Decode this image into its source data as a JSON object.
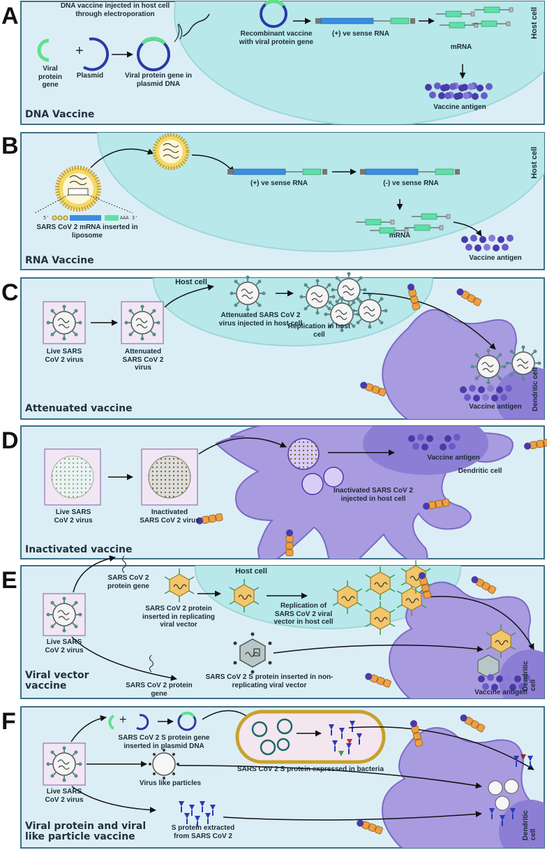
{
  "panels": {
    "A": {
      "letter": "A",
      "title": "DNA Vaccine",
      "host_cell": "Host cell",
      "electroporation": "DNA vaccine injected in host cell\nthrough electroporation",
      "plus": "+",
      "viral_protein_gene": "Viral\nprotein\ngene",
      "plasmid": "Plasmid",
      "viral_gene_in_plasmid": "Viral protein gene in\nplasmid DNA",
      "recombinant": "Recombinant vaccine\nwith viral protein gene",
      "pos_rna": "(+) ve sense RNA",
      "mrna": "mRNA",
      "antigen": "Vaccine antigen"
    },
    "B": {
      "letter": "B",
      "title": "RNA Vaccine",
      "host_cell": "Host cell",
      "mrna_liposome": "SARS CoV 2 mRNA inserted in\nliposome",
      "five_prime": "5'",
      "three_prime": "AAA 3'",
      "pos_rna": "(+) ve sense RNA",
      "neg_rna": "(-) ve sense RNA",
      "mrna": "mRNA",
      "antigen": "Vaccine antigen"
    },
    "C": {
      "letter": "C",
      "title": "Attenuated vaccine",
      "host_cell": "Host cell",
      "live": "Live SARS\nCoV 2 virus",
      "attenuated": "Attenuated\nSARS CoV 2\nvirus",
      "injected": "Attenuated SARS CoV 2\nvirus injected in host cell",
      "replication": "Replication in host\ncell",
      "antigen": "Vaccine antigen",
      "dendritic": "Dendritic cell"
    },
    "D": {
      "letter": "D",
      "title": "Inactivated vaccine",
      "live": "Live SARS\nCoV 2 virus",
      "inactivated": "Inactivated\nSARS CoV 2 virus",
      "injected": "Inactivated SARS CoV 2\ninjected in host cell",
      "antigen": "Vaccine antigen",
      "dendritic": "Dendritic cell"
    },
    "E": {
      "letter": "E",
      "title": "Viral vector\nvaccine",
      "host_cell": "Host cell",
      "protein_gene_top": "SARS CoV 2\nprotein gene",
      "replicating": "SARS CoV 2 protein\ninserted in replicating\nviral vector",
      "replication": "Replication of\nSARS CoV 2 viral\nvector in host cell",
      "live": "Live SARS\nCoV 2 virus",
      "protein_gene_bottom": "SARS CoV 2 protein\ngene",
      "non_replicating": "SARS CoV 2 S protein inserted in non-\nreplicating viral vector",
      "antigen": "Vaccine antigen",
      "dendritic": "Dendritic\ncell"
    },
    "F": {
      "letter": "F",
      "title": "Viral protein and viral\nlike particle vaccine",
      "plus": "+",
      "gene_plasmid": "SARS CoV 2 S protein gene\ninserted in plasmid DNA",
      "bacteria": "SARS CoV 2 S protein expressed in bacteria",
      "vlp": "Virus like particles",
      "live": "Live SARS\nCoV 2 virus",
      "extracted": "S protein extracted\nfrom SARS CoV 2",
      "dendritic": "Dendritic\ncell"
    }
  },
  "colors": {
    "panel_bg": "#dceef5",
    "panel_border": "#3c6f86",
    "host_cell": "#b8e8ea",
    "dendritic": "#a99be0",
    "rna_blue": "#3a8ee0",
    "rna_green": "#5fe0a8",
    "antigen": "#5a4ab0"
  }
}
